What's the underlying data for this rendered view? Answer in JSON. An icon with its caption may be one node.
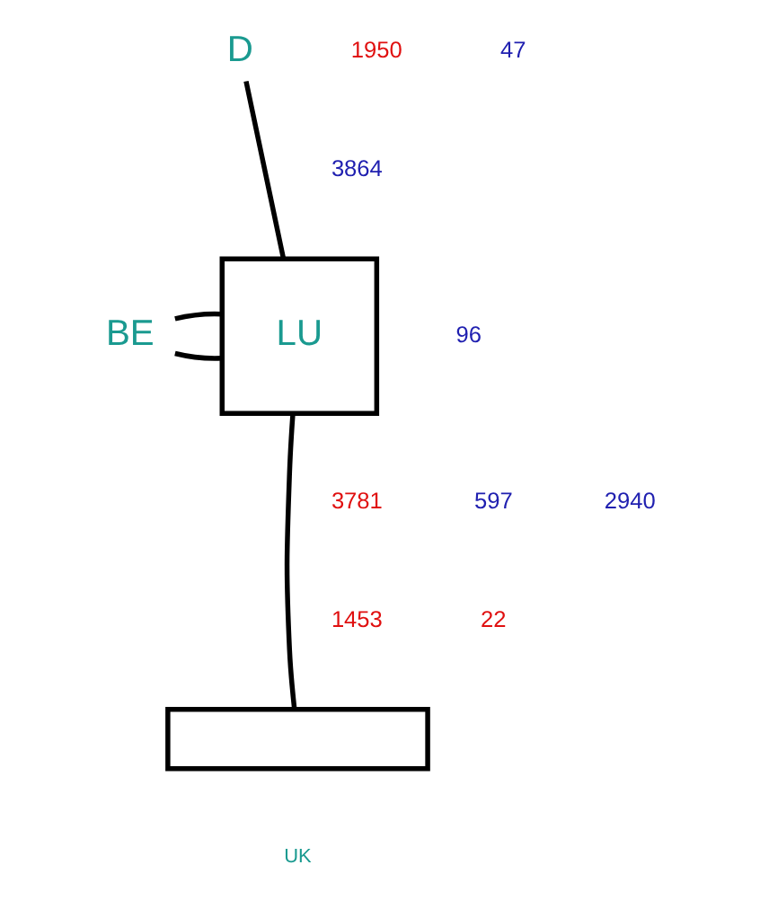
{
  "diagram": {
    "nodes": [
      {
        "text": [
          "D"
        ]
      },
      {
        "text": [
          "BE"
        ]
      },
      {
        "text": [
          "LU"
        ]
      },
      {
        "text": [],
        "shape": "box"
      },
      {
        "text": [
          "UK"
        ]
      }
    ],
    "edges": [
      {
        "from": 0,
        "to": 2,
        "arrow": "none"
      },
      {
        "from": 1,
        "to": 2,
        "arrow": "none"
      },
      {
        "from": 1,
        "to": 2,
        "arrow": "none"
      },
      {
        "from": 2,
        "to": 3,
        "arrow": "none"
      }
    ],
    "labels": [
      "1950",
      "3864",
      "47",
      "96",
      "3781",
      "597",
      "2940",
      "1453",
      "22"
    ]
  }
}
